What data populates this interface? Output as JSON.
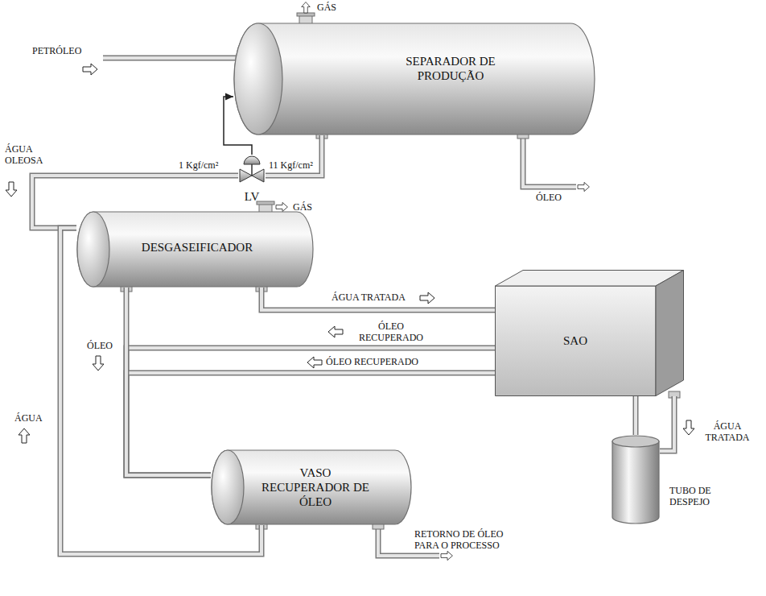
{
  "diagram": {
    "nodes": [
      {
        "text": [
          "SEPARADOR DE PRODUÇÃO"
        ]
      },
      {
        "text": [
          "LV"
        ]
      },
      {
        "text": [
          "DESGASEIFICADOR"
        ]
      },
      {
        "text": [
          "SAO"
        ]
      },
      {
        "text": [
          "VASO RECUPERADOR DE ÓLEO"
        ]
      },
      {
        "text": [
          "TUBO DE DESPEJO"
        ]
      }
    ],
    "edges": [
      {
        "from": 0,
        "to": 1,
        "arrow": "none",
        "label": "11 Kgf/cm²"
      },
      {
        "from": 1,
        "to": 2,
        "arrow": "none",
        "label": "1 Kgf/cm²"
      },
      {
        "from": 1,
        "to": 0,
        "arrow": "to"
      },
      {
        "from": 2,
        "to": 3,
        "arrow": "none",
        "label": "ÁGUA TRATADA"
      },
      {
        "from": 3,
        "to": 4,
        "arrow": "none",
        "label": "ÓLEO RECUPERADO"
      },
      {
        "from": 5,
        "to": 4,
        "arrow": "none",
        "label": "ÓLEO RECUPERADO"
      },
      {
        "from": 2,
        "to": 4,
        "arrow": "none",
        "label": "ÓLEO"
      },
      {
        "from": 4,
        "to": 2,
        "arrow": "none",
        "label": "ÁGUA"
      },
      {
        "from": 3,
        "to": 5,
        "arrow": "none",
        "label": "ÁGUA TRATADA"
      }
    ],
    "labels": [
      "PETRÓLEO",
      "GÁS",
      "ÓLEO",
      "ÁGUA OLEOSA",
      "GÁS",
      "RETORNO DE ÓLEO PARA O PROCESSO"
    ]
  }
}
